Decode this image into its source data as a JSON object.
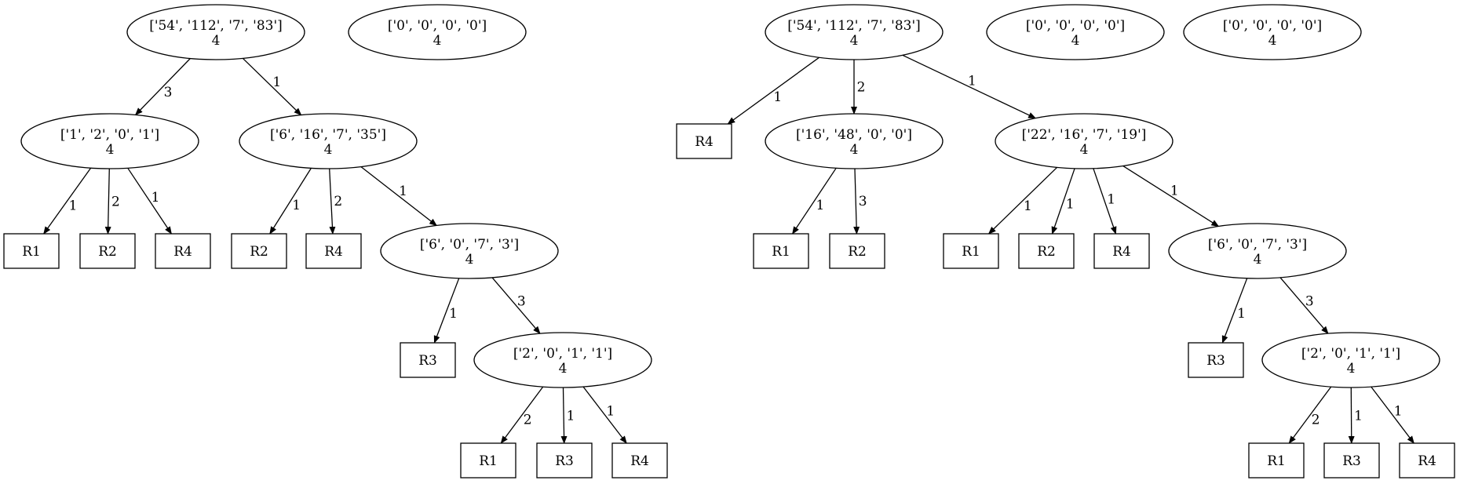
{
  "nodes": [
    {
      "id": "t1_root",
      "type": "ellipse",
      "line1": "['54', '112', '7', '83']",
      "line2": "4"
    },
    {
      "id": "t1_zero",
      "type": "ellipse",
      "line1": "['0', '0', '0', '0']",
      "line2": "4"
    },
    {
      "id": "t1_a",
      "type": "ellipse",
      "line1": "['1', '2', '0', '1']",
      "line2": "4"
    },
    {
      "id": "t1_b",
      "type": "ellipse",
      "line1": "['6', '16', '7', '35']",
      "line2": "4"
    },
    {
      "id": "t1_a_r1",
      "type": "box",
      "label": "R1"
    },
    {
      "id": "t1_a_r2",
      "type": "box",
      "label": "R2"
    },
    {
      "id": "t1_a_r4",
      "type": "box",
      "label": "R4"
    },
    {
      "id": "t1_b_r2",
      "type": "box",
      "label": "R2"
    },
    {
      "id": "t1_b_r4",
      "type": "box",
      "label": "R4"
    },
    {
      "id": "t1_c",
      "type": "ellipse",
      "line1": "['6', '0', '7', '3']",
      "line2": "4"
    },
    {
      "id": "t1_c_r3",
      "type": "box",
      "label": "R3"
    },
    {
      "id": "t1_d",
      "type": "ellipse",
      "line1": "['2', '0', '1', '1']",
      "line2": "4"
    },
    {
      "id": "t1_d_r1",
      "type": "box",
      "label": "R1"
    },
    {
      "id": "t1_d_r3",
      "type": "box",
      "label": "R3"
    },
    {
      "id": "t1_d_r4",
      "type": "box",
      "label": "R4"
    },
    {
      "id": "t2_root",
      "type": "ellipse",
      "line1": "['54', '112', '7', '83']",
      "line2": "4"
    },
    {
      "id": "t2_zero1",
      "type": "ellipse",
      "line1": "['0', '0', '0', '0']",
      "line2": "4"
    },
    {
      "id": "t2_zero2",
      "type": "ellipse",
      "line1": "['0', '0', '0', '0']",
      "line2": "4"
    },
    {
      "id": "t2_r4",
      "type": "box",
      "label": "R4"
    },
    {
      "id": "t2_a",
      "type": "ellipse",
      "line1": "['16', '48', '0', '0']",
      "line2": "4"
    },
    {
      "id": "t2_b",
      "type": "ellipse",
      "line1": "['22', '16', '7', '19']",
      "line2": "4"
    },
    {
      "id": "t2_a_r1",
      "type": "box",
      "label": "R1"
    },
    {
      "id": "t2_a_r2",
      "type": "box",
      "label": "R2"
    },
    {
      "id": "t2_b_r1",
      "type": "box",
      "label": "R1"
    },
    {
      "id": "t2_b_r2",
      "type": "box",
      "label": "R2"
    },
    {
      "id": "t2_b_r4",
      "type": "box",
      "label": "R4"
    },
    {
      "id": "t2_c",
      "type": "ellipse",
      "line1": "['6', '0', '7', '3']",
      "line2": "4"
    },
    {
      "id": "t2_c_r3",
      "type": "box",
      "label": "R3"
    },
    {
      "id": "t2_d",
      "type": "ellipse",
      "line1": "['2', '0', '1', '1']",
      "line2": "4"
    },
    {
      "id": "t2_d_r1",
      "type": "box",
      "label": "R1"
    },
    {
      "id": "t2_d_r3",
      "type": "box",
      "label": "R3"
    },
    {
      "id": "t2_d_r4",
      "type": "box",
      "label": "R4"
    }
  ],
  "edges": [
    {
      "from": "t1_root",
      "to": "t1_a",
      "label": "3"
    },
    {
      "from": "t1_root",
      "to": "t1_b",
      "label": "1"
    },
    {
      "from": "t1_a",
      "to": "t1_a_r1",
      "label": "1"
    },
    {
      "from": "t1_a",
      "to": "t1_a_r2",
      "label": "2"
    },
    {
      "from": "t1_a",
      "to": "t1_a_r4",
      "label": "1"
    },
    {
      "from": "t1_b",
      "to": "t1_b_r2",
      "label": "1"
    },
    {
      "from": "t1_b",
      "to": "t1_b_r4",
      "label": "2"
    },
    {
      "from": "t1_b",
      "to": "t1_c",
      "label": "1"
    },
    {
      "from": "t1_c",
      "to": "t1_c_r3",
      "label": "1"
    },
    {
      "from": "t1_c",
      "to": "t1_d",
      "label": "3"
    },
    {
      "from": "t1_d",
      "to": "t1_d_r1",
      "label": "2"
    },
    {
      "from": "t1_d",
      "to": "t1_d_r3",
      "label": "1"
    },
    {
      "from": "t1_d",
      "to": "t1_d_r4",
      "label": "1"
    },
    {
      "from": "t2_root",
      "to": "t2_r4",
      "label": "1"
    },
    {
      "from": "t2_root",
      "to": "t2_a",
      "label": "2"
    },
    {
      "from": "t2_root",
      "to": "t2_b",
      "label": "1"
    },
    {
      "from": "t2_a",
      "to": "t2_a_r1",
      "label": "1"
    },
    {
      "from": "t2_a",
      "to": "t2_a_r2",
      "label": "3"
    },
    {
      "from": "t2_b",
      "to": "t2_b_r1",
      "label": "1"
    },
    {
      "from": "t2_b",
      "to": "t2_b_r2",
      "label": "1"
    },
    {
      "from": "t2_b",
      "to": "t2_b_r4",
      "label": "1"
    },
    {
      "from": "t2_b",
      "to": "t2_c",
      "label": "1"
    },
    {
      "from": "t2_c",
      "to": "t2_c_r3",
      "label": "1"
    },
    {
      "from": "t2_c",
      "to": "t2_d",
      "label": "3"
    },
    {
      "from": "t2_d",
      "to": "t2_d_r1",
      "label": "2"
    },
    {
      "from": "t2_d",
      "to": "t2_d_r3",
      "label": "1"
    },
    {
      "from": "t2_d",
      "to": "t2_d_r4",
      "label": "1"
    }
  ]
}
